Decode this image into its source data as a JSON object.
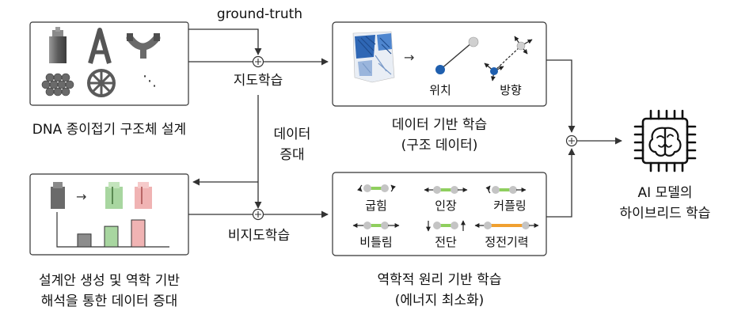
{
  "top_arrow_label": "ground-truth",
  "supervised_label": "지도학습",
  "augmentation_label": [
    "데이터",
    "증대"
  ],
  "unsupervised_label": "비지도학습",
  "dna_panel": {
    "caption": "DNA 종이접기 구조체 설계",
    "ellipsis": "⋱"
  },
  "aug_panel": {
    "caption_lines": [
      "설계안 생성 및 역학 기반",
      "해석을 통한 데이터 증대"
    ],
    "bar_values": [
      1,
      1.6,
      2.1
    ],
    "bar_colors": [
      "#8c8c8c",
      "#a8d6a0",
      "#f0b3b3"
    ]
  },
  "data_panel": {
    "caption_lines": [
      "데이터 기반 학습",
      "(구조 데이터)"
    ],
    "position_label": "위치",
    "direction_label": "방향"
  },
  "physics_panel": {
    "caption_lines": [
      "역학적 원리 기반 학습",
      "(에너지 최소화)"
    ],
    "terms": [
      "굽힘",
      "인장",
      "커플링",
      "비틀림",
      "전단",
      "정전기력"
    ]
  },
  "ai": {
    "caption_lines": [
      "AI 모델의",
      "하이브리드 학습"
    ]
  },
  "colors": {
    "node_gray": "#c4c4c4",
    "link_green": "#8fcf5e",
    "link_orange": "#f0a030",
    "dot_blue": "#1f5fae",
    "line": "#333333"
  }
}
